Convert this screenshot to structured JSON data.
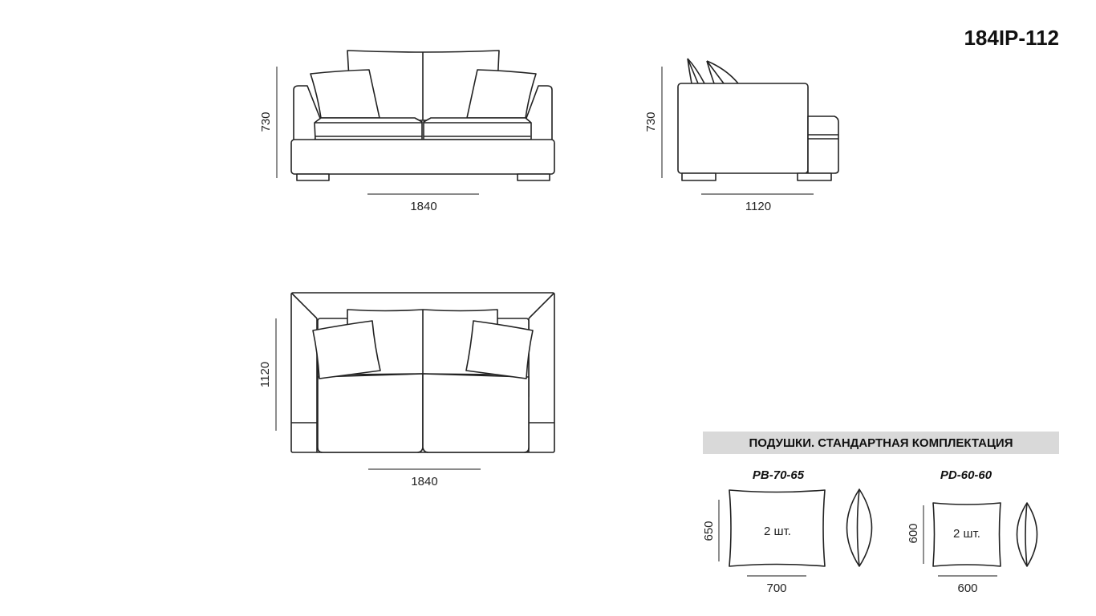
{
  "model_code": "184IP-112",
  "front_view": {
    "height_label": "730",
    "width_label": "1840"
  },
  "side_view": {
    "height_label": "730",
    "depth_label": "1120"
  },
  "top_view": {
    "depth_label": "1120",
    "width_label": "1840"
  },
  "pillows": {
    "header": "ПОДУШКИ. СТАНДАРТНАЯ КОМПЛЕКТАЦИЯ",
    "header_bg": "#d9d9d9",
    "items": [
      {
        "code": "PB-70-65",
        "qty": "2 шт.",
        "height_label": "650",
        "width_label": "700"
      },
      {
        "code": "PD-60-60",
        "qty": "2 шт.",
        "height_label": "600",
        "width_label": "600"
      }
    ]
  }
}
